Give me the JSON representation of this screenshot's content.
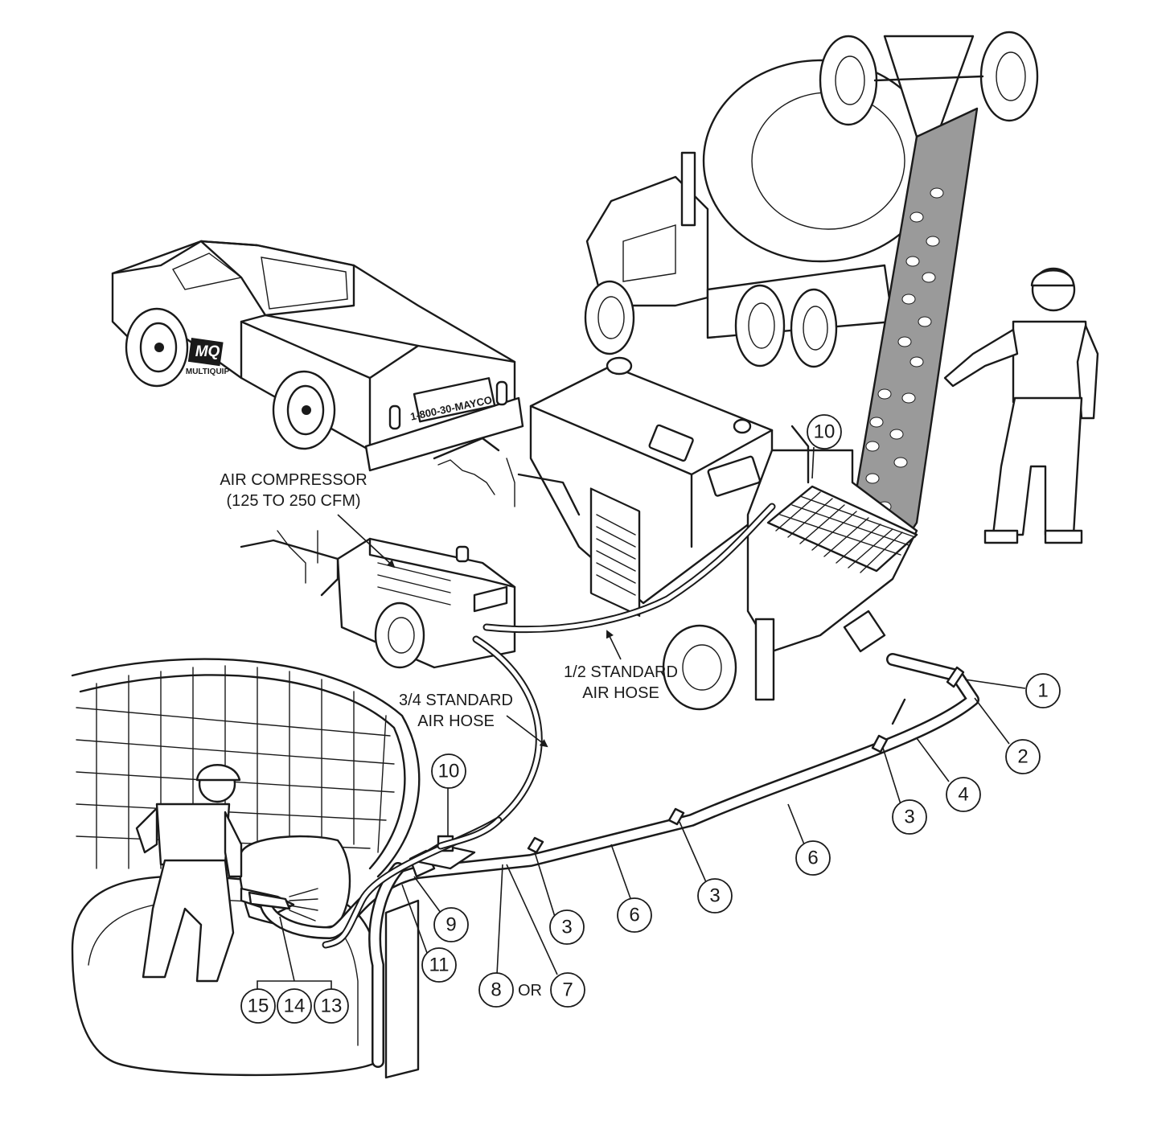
{
  "labels": {
    "air_compressor_title": "AIR COMPRESSOR",
    "air_compressor_rating": "(125 TO 250 CFM)",
    "half_hose_line1": "1/2 STANDARD",
    "half_hose_line2": "AIR HOSE",
    "three_quarter_hose_line1": "3/4 STANDARD",
    "three_quarter_hose_line2": "AIR HOSE",
    "or_text": "OR",
    "truck_phone": "1-800-30-MAYCO",
    "logo_text": "MQ",
    "logo_subtext": "MULTIQUIP"
  },
  "callouts": {
    "c1": "1",
    "c2": "2",
    "c3a": "3",
    "c3b": "3",
    "c3c": "3",
    "c4": "4",
    "c6a": "6",
    "c6b": "6",
    "c7": "7",
    "c8": "8",
    "c9": "9",
    "c10a": "10",
    "c10b": "10",
    "c11": "11",
    "c13": "13",
    "c14": "14",
    "c15": "15"
  }
}
